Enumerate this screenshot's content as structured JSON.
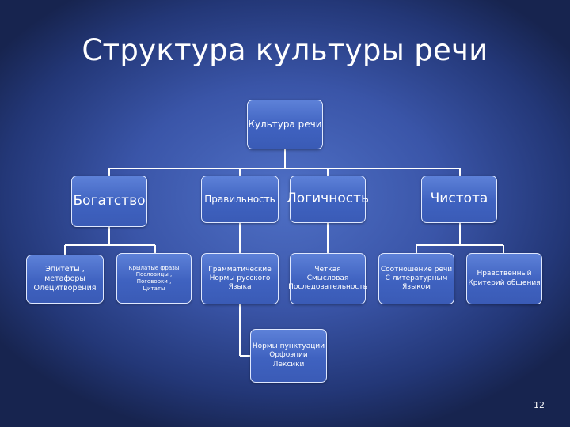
{
  "title": "Структура культуры речи",
  "root": {
    "label": "Культура речи"
  },
  "categories": [
    {
      "label": "Богатство"
    },
    {
      "label": "Правильность"
    },
    {
      "label": "Логичность"
    },
    {
      "label": "Чистота"
    }
  ],
  "details": [
    {
      "lines": [
        "Эпитеты , метафоры",
        "Олецитворения"
      ]
    },
    {
      "lines": [
        "Крылатые фразы",
        "Пословицы ,",
        "Поговорки ,",
        "Цитаты"
      ]
    },
    {
      "lines": [
        "Грамматические",
        "Нормы русского",
        "Языка"
      ]
    },
    {
      "lines": [
        "Четкая",
        "Смысловая",
        "Последовательность"
      ]
    },
    {
      "lines": [
        "Соотношение речи",
        "С литературным",
        "Языком"
      ]
    },
    {
      "lines": [
        "Нравственный",
        "Критерий общения"
      ]
    },
    {
      "lines": [
        "Нормы пунктуации",
        "Орфоэпии",
        "Лексики"
      ]
    }
  ],
  "page_number": "12",
  "colors": {
    "box_fill": "#4466c4",
    "box_border": "#dfe8ff",
    "connector": "#ffffff"
  }
}
